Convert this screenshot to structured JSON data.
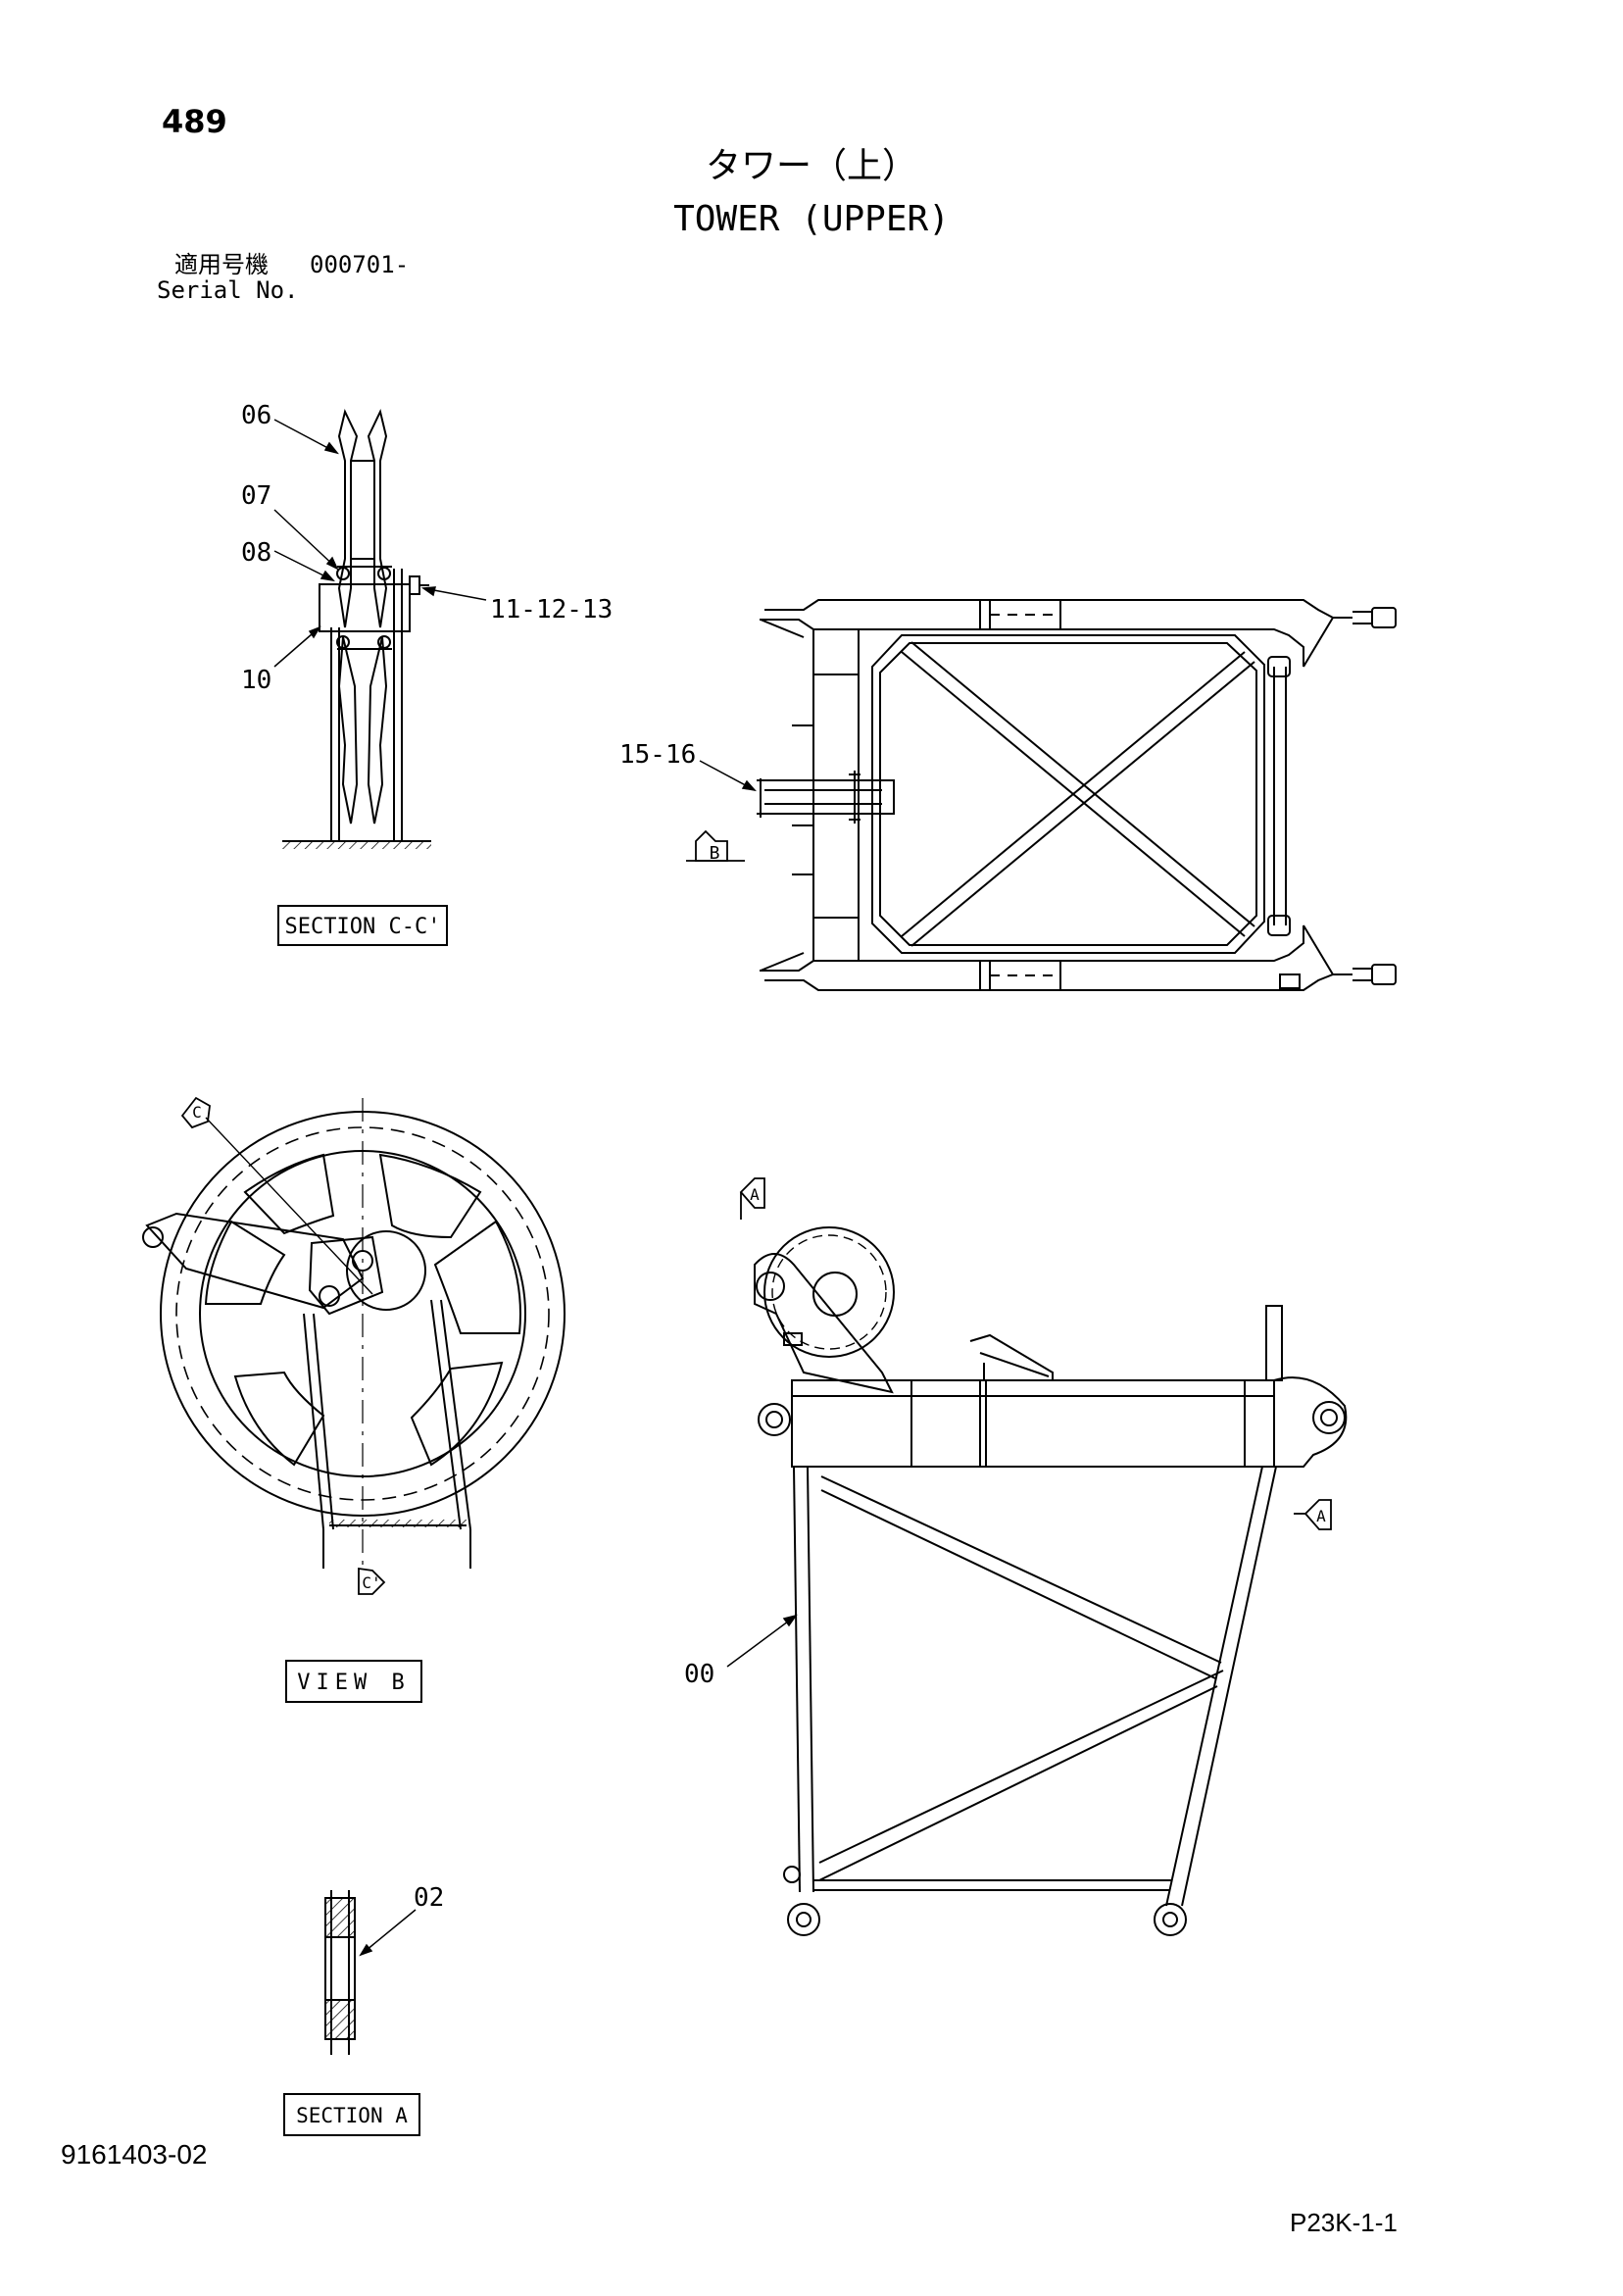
{
  "header": {
    "page_number": "489",
    "title_jp": "タワー（上）",
    "title_en": "TOWER (UPPER)",
    "serial_label_jp": "適用号機",
    "serial_value": "000701-",
    "serial_label_en": "Serial No."
  },
  "callouts": {
    "c06": "06",
    "c07": "07",
    "c08": "08",
    "c10": "10",
    "c11_12_13": "11-12-13",
    "c15_16": "15-16",
    "c00": "00",
    "c02": "02"
  },
  "view_labels": {
    "section_cc": "SECTION C-C'",
    "view_b": "VIEW B",
    "section_a": "SECTION A"
  },
  "markers": {
    "b": "B",
    "a": "A",
    "c": "C",
    "c_prime": "C'"
  },
  "footer": {
    "drawing_number": "9161403-02",
    "sheet_code": "P23K-1-1"
  }
}
